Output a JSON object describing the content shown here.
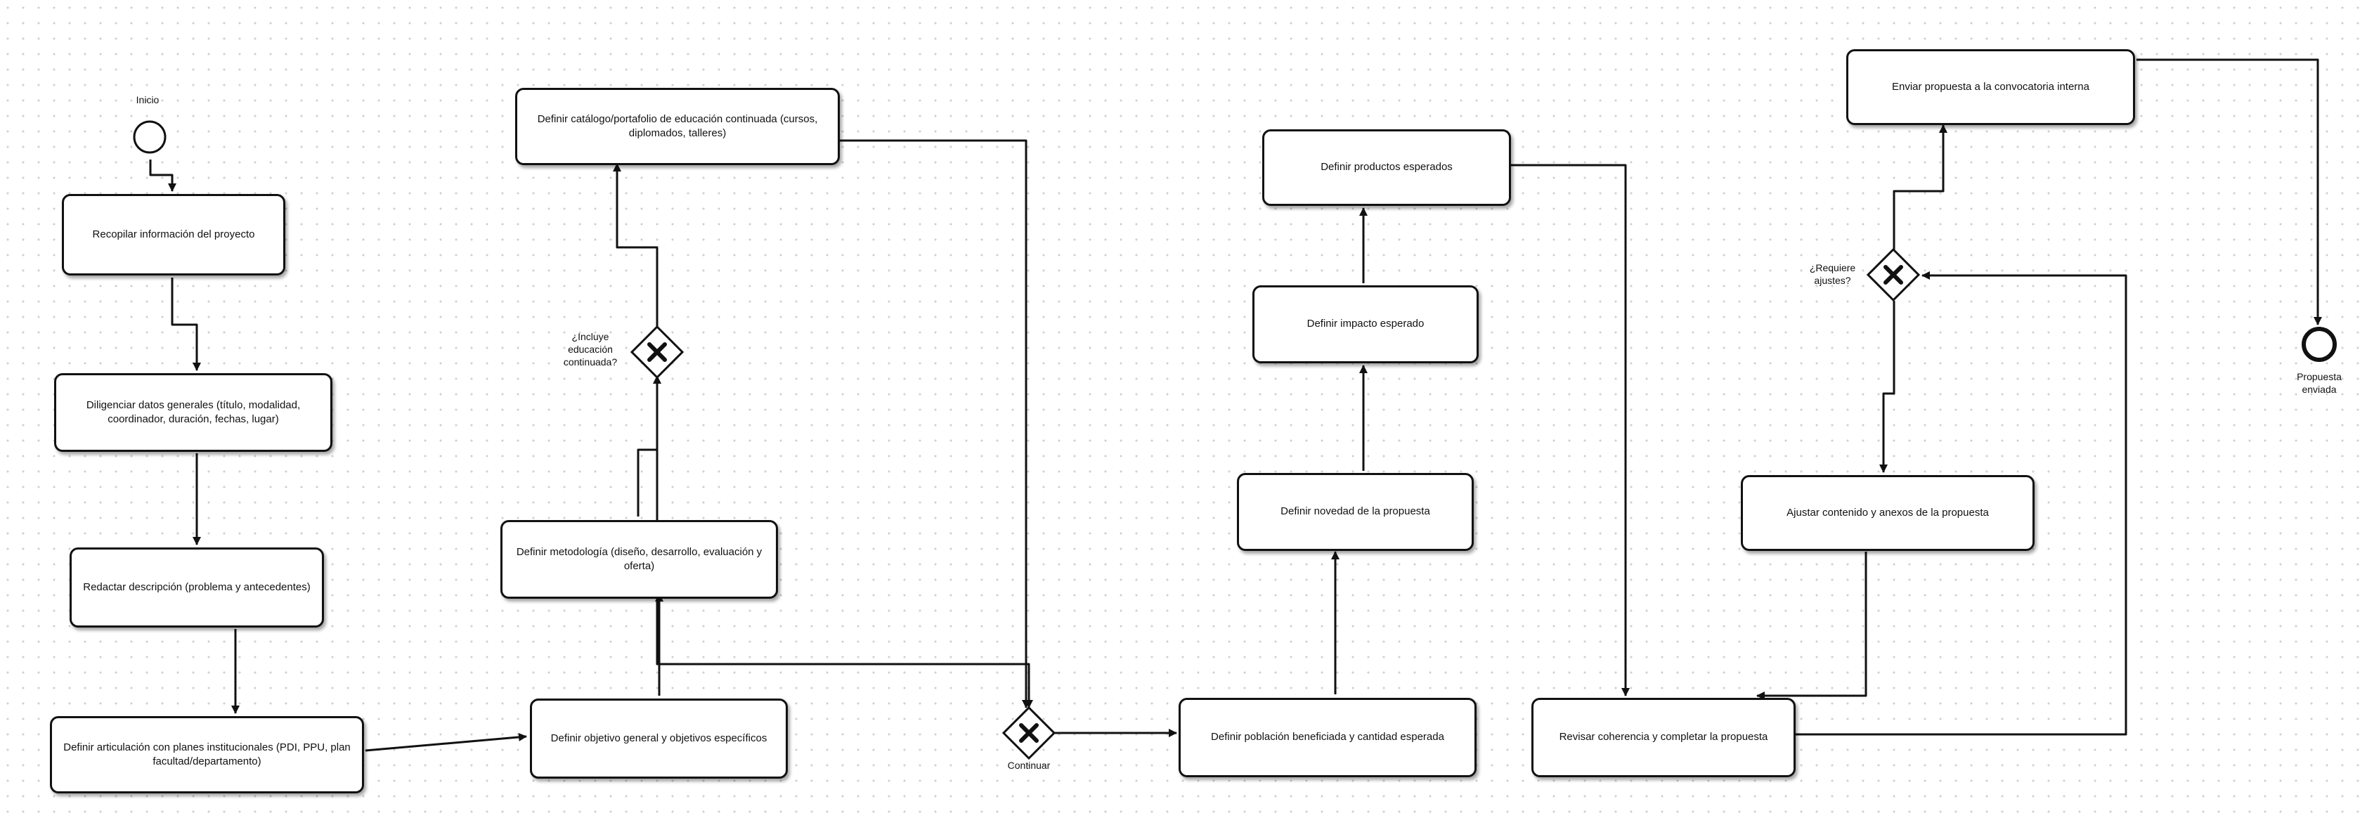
{
  "diagram": {
    "start_label": "Inicio",
    "end_label": "Propuesta enviada",
    "tasks": {
      "recopilar": "Recopilar información del proyecto",
      "diligenciar": "Diligenciar datos generales (título, modalidad, coordinador, duración, fechas, lugar)",
      "redactar": "Redactar descripción (problema y antecedentes)",
      "articulacion": "Definir articulación con planes institucionales (PDI, PPU, plan facultad/departamento)",
      "objetivos": "Definir objetivo general y objetivos específicos",
      "metodologia": "Definir metodología (diseño, desarrollo, evaluación y oferta)",
      "catalogo": "Definir catálogo/portafolio de educación continuada (cursos, diplomados, talleres)",
      "poblacion": "Definir población beneficiada y cantidad esperada",
      "novedad": "Definir novedad de la propuesta",
      "impacto": "Definir impacto esperado",
      "productos": "Definir productos esperados",
      "revisar": "Revisar coherencia y completar la propuesta",
      "ajustar": "Ajustar contenido y anexos de la propuesta",
      "enviar": "Enviar propuesta a la convocatoria interna"
    },
    "gateways": {
      "incluye": "¿Incluye educación continuada?",
      "continuar": "Continuar",
      "requiere": "¿Requiere ajustes?"
    }
  }
}
